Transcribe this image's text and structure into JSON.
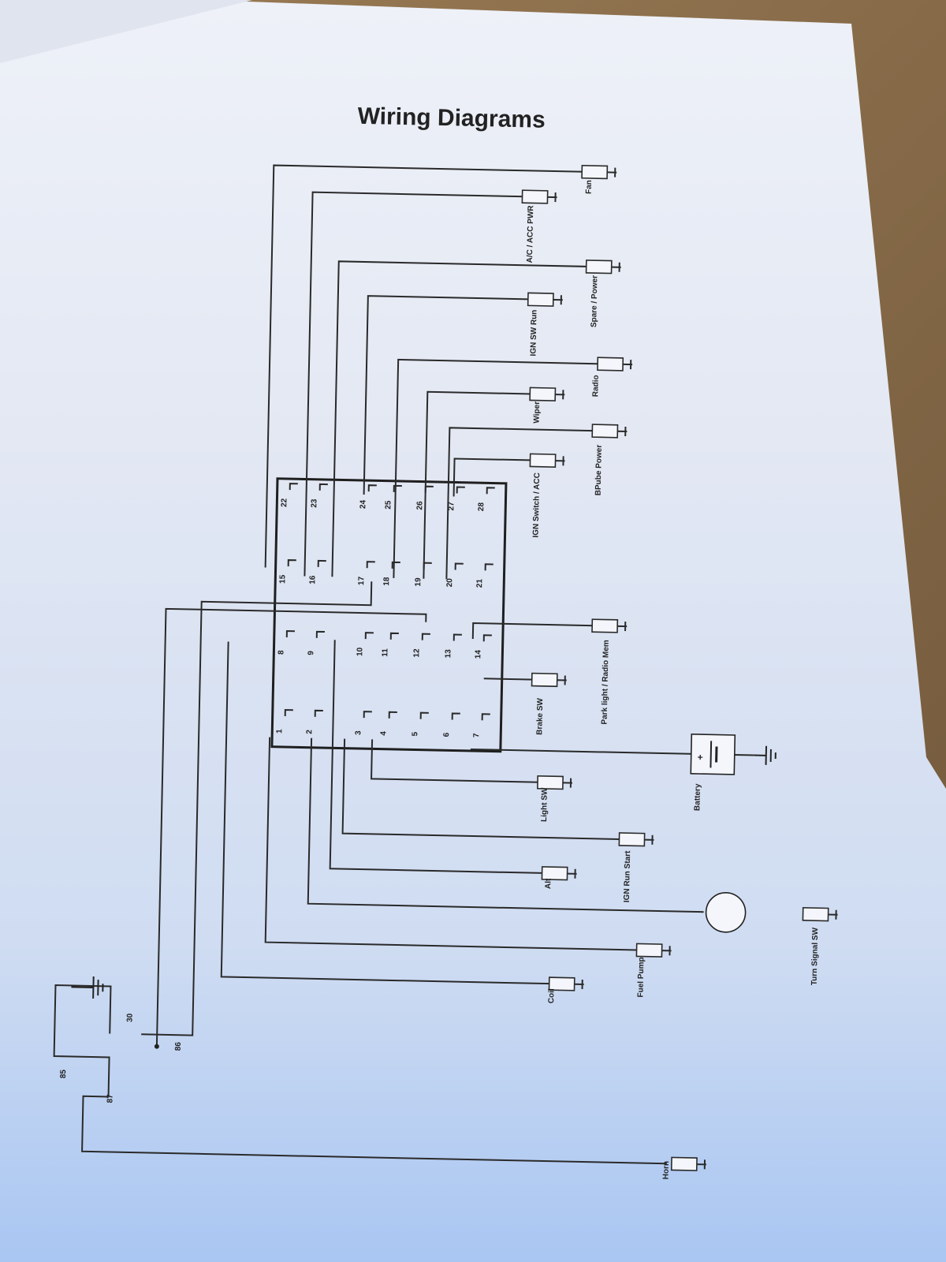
{
  "title": "Wiring Diagrams",
  "relay": {
    "pins": [
      "85",
      "87",
      "30",
      "86"
    ]
  },
  "fuse_box": {
    "pins": [
      "1",
      "2",
      "3",
      "4",
      "5",
      "6",
      "7",
      "8",
      "9",
      "10",
      "11",
      "12",
      "13",
      "14",
      "15",
      "16",
      "17",
      "18",
      "19",
      "20",
      "21",
      "22",
      "23",
      "24",
      "25",
      "26",
      "27",
      "28"
    ]
  },
  "components": [
    {
      "id": "fan",
      "label": "Fan"
    },
    {
      "id": "ac-acc-pwr",
      "label": "A/C / ACC PWR"
    },
    {
      "id": "spare-power",
      "label": "Spare / Power"
    },
    {
      "id": "ign-sw-run",
      "label": "IGN SW Run"
    },
    {
      "id": "radio",
      "label": "Radio"
    },
    {
      "id": "wiper",
      "label": "Wiper"
    },
    {
      "id": "bpube-power",
      "label": "BPube Power"
    },
    {
      "id": "ign-switch-acc",
      "label": "IGN Switch / ACC"
    },
    {
      "id": "park-light-radio-mem",
      "label": "Park light / Radio Mem"
    },
    {
      "id": "brake-sw",
      "label": "Brake SW"
    },
    {
      "id": "battery",
      "label": "Battery"
    },
    {
      "id": "light-sw",
      "label": "Light SW"
    },
    {
      "id": "ign-run-start",
      "label": "IGN Run Start"
    },
    {
      "id": "alt",
      "label": "Alt"
    },
    {
      "id": "turn-signal-sw",
      "label": "Turn Signal SW"
    },
    {
      "id": "fuel-pump",
      "label": "Fuel Pump"
    },
    {
      "id": "coil",
      "label": "Coil"
    },
    {
      "id": "horn",
      "label": "Horn"
    }
  ],
  "battery_polarity": {
    "positive": "+",
    "negative": "-"
  }
}
